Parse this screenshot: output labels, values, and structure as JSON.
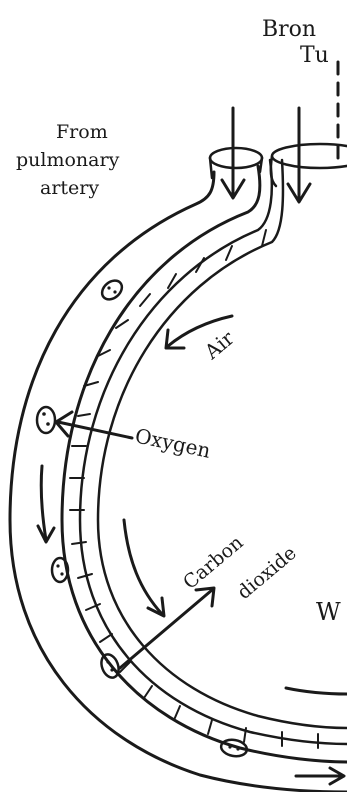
{
  "diagram": {
    "labels": {
      "bronchial_line1": "Bron",
      "bronchial_line2": "Tu",
      "from_line1": "From",
      "from_line2": "pulmonary",
      "from_line3": "artery",
      "air": "Air",
      "oxygen": "Oxygen",
      "carbon_line1": "Carbon",
      "carbon_line2": "dioxide",
      "cut_letter": "W"
    },
    "colors": {
      "ink": "#1a1a1a",
      "paper": "#ffffff"
    },
    "icons": [
      "arrow-down-icon",
      "arrow-icon",
      "red-blood-cell-icon"
    ]
  }
}
